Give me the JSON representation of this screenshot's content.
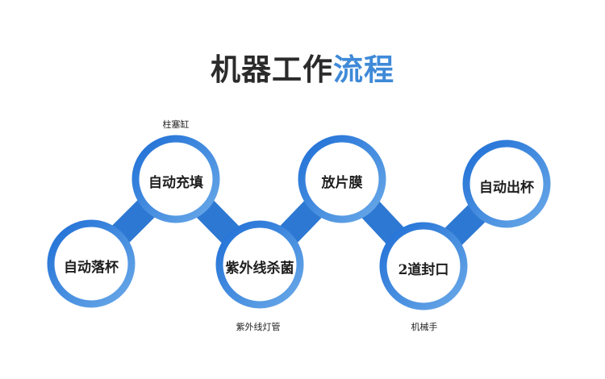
{
  "title": {
    "main": "机器工作",
    "highlight": "流程"
  },
  "colors": {
    "accent": "#3f8ad8",
    "ring_dark": "#1f6fd6",
    "ring_light": "#6aa9e8",
    "connector": "#2d78d2"
  },
  "steps": [
    {
      "label": "自动落杯"
    },
    {
      "label": "自动充填"
    },
    {
      "label": "紫外线杀菌"
    },
    {
      "label": "放片膜"
    },
    {
      "label": "2道封口"
    },
    {
      "label": "自动出杯"
    }
  ],
  "notes": {
    "step2": "柱塞缸",
    "step3": "紫外线灯管",
    "step5": "机械手"
  }
}
